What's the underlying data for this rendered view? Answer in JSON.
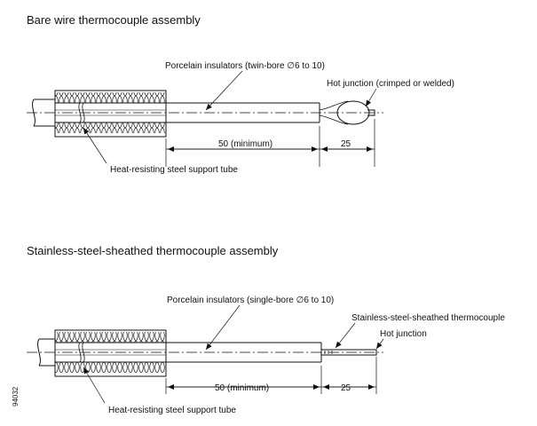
{
  "bare": {
    "title": "Bare wire thermocouple assembly",
    "insulator_label": "Porcelain insulators (twin-bore ∅6 to 10)",
    "junction_label": "Hot junction (crimped or welded)",
    "tube_label": "Heat-resisting steel support tube",
    "dim_min": "50 (minimum)",
    "dim_end": "25"
  },
  "sheathed": {
    "title": "Stainless-steel-sheathed thermocouple assembly",
    "insulator_label": "Porcelain insulators (single-bore ∅6 to 10)",
    "sheath_label": "Stainless-steel-sheathed thermocouple",
    "junction_label": "Hot junction",
    "tube_label": "Heat-resisting steel support tube",
    "dim_min": "50 (minimum)",
    "dim_end": "25"
  },
  "figure_code": "94032"
}
